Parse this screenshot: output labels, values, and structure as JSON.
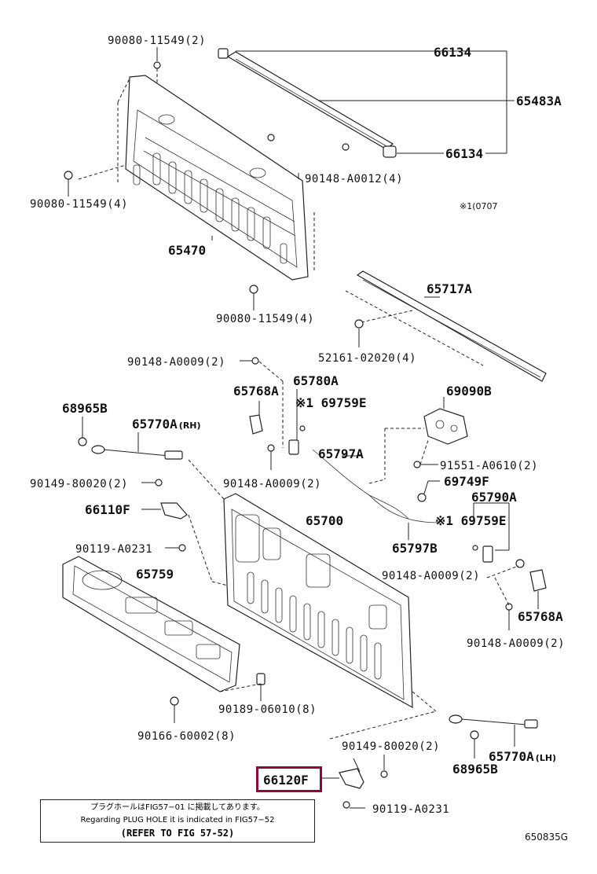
{
  "labels": {
    "p66134_top": "66134",
    "p65483A": "65483A",
    "p66134_bot": "66134",
    "p90080_11549_2": "90080-11549(2)",
    "p90148_A0012_4": "90148-A0012(4)",
    "p90080_11549_4a": "90080-11549(4)",
    "note1": "※1(0707",
    "p65470": "65470",
    "p90080_11549_4b": "90080-11549(4)",
    "p65717A": "65717A",
    "p52161_02020_4": "52161-02020(4)",
    "p90148_A0009_2a": "90148-A0009(2)",
    "p65768A_top": "65768A",
    "p65780A": "65780A",
    "p69759E_top": "※1 69759E",
    "p69090B": "69090B",
    "p68965B_top": "68965B",
    "p65770A_RH": "65770A",
    "p65770A_RH_suffix": "(RH)",
    "p65797A": "65797A",
    "p91551_A0610_2": "91551-A0610(2)",
    "p69749F": "69749F",
    "p90149_80020_2a": "90149-80020(2)",
    "p90148_A0009_2b": "90148-A0009(2)",
    "p65790A": "65790A",
    "p66110F": "66110F",
    "p65700": "65700",
    "p69759E_bot": "※1 69759E",
    "p65797B": "65797B",
    "p90119_A0231_a": "90119-A0231",
    "p90148_A0009_2c": "90148-A0009(2)",
    "p65759": "65759",
    "p65768A_bot": "65768A",
    "p90148_A0009_2d": "90148-A0009(2)",
    "p90189_06010_8": "90189-06010(8)",
    "p90166_60002_8": "90166-60002(8)",
    "p90149_80020_2b": "90149-80020(2)",
    "p65770A_LH": "65770A",
    "p65770A_LH_suffix": "(LH)",
    "p68965B_bot": "68965B",
    "p66120F": "66120F",
    "p90119_A0231_b": "90119-A0231"
  },
  "note_box": {
    "line1": "プラグホールはFIG57−01 に掲載してあります。",
    "line2": "Regarding PLUG HOLE  it is indicated in FIG57−52",
    "line3": "(REFER TO FIG 57-52)"
  },
  "figure_id": "650835G",
  "colors": {
    "highlight": "#8b0a3a",
    "line": "#222222"
  }
}
